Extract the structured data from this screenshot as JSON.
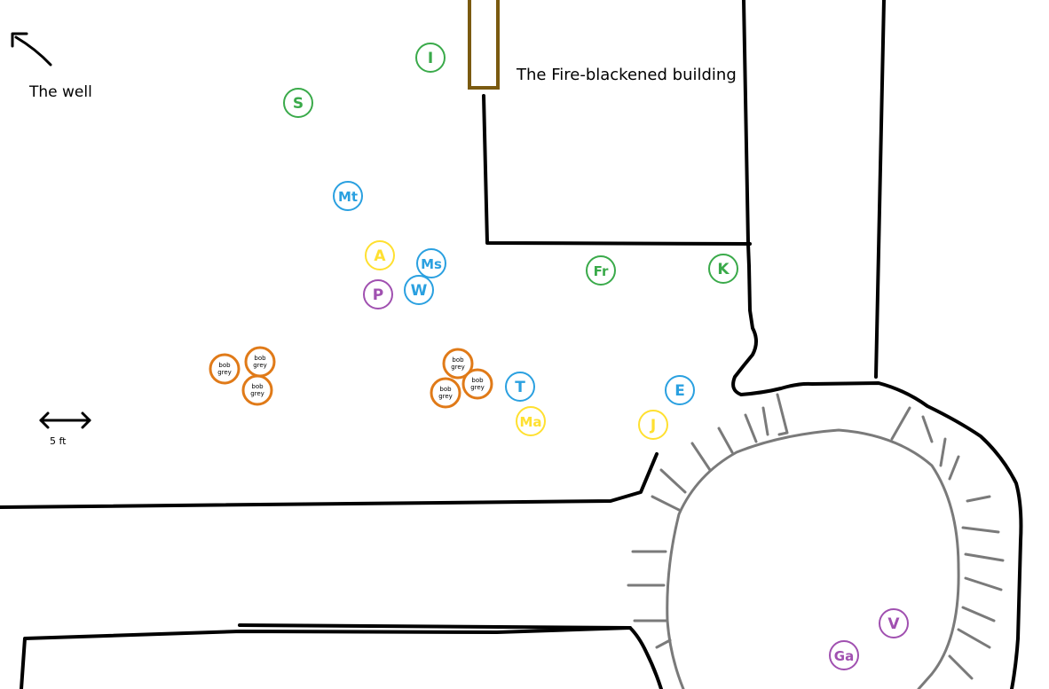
{
  "labels": {
    "well": "The well",
    "building": "The Fire-blackened building",
    "scale": "5 ft"
  },
  "colors": {
    "wall": "#000000",
    "door": "#7a5a10",
    "crater": "#7a7a7a",
    "green": "#3aaa4a",
    "blue": "#2aa0e0",
    "yellow": "#ffe030",
    "purple": "#a050b0",
    "orange": "#e07a18"
  },
  "tokens": [
    {
      "id": "I",
      "label": "I",
      "color": "green"
    },
    {
      "id": "S",
      "label": "S",
      "color": "green"
    },
    {
      "id": "Fr",
      "label": "Fr",
      "color": "green"
    },
    {
      "id": "K",
      "label": "K",
      "color": "green"
    },
    {
      "id": "Mt",
      "label": "Mt",
      "color": "blue"
    },
    {
      "id": "Ms",
      "label": "Ms",
      "color": "blue"
    },
    {
      "id": "W",
      "label": "W",
      "color": "blue"
    },
    {
      "id": "T",
      "label": "T",
      "color": "blue"
    },
    {
      "id": "E",
      "label": "E",
      "color": "blue"
    },
    {
      "id": "A",
      "label": "A",
      "color": "yellow"
    },
    {
      "id": "Ma",
      "label": "Ma",
      "color": "yellow"
    },
    {
      "id": "J",
      "label": "J",
      "color": "yellow"
    },
    {
      "id": "P",
      "label": "P",
      "color": "purple"
    },
    {
      "id": "V",
      "label": "V",
      "color": "purple"
    },
    {
      "id": "Ga",
      "label": "Ga",
      "color": "purple"
    }
  ],
  "enemies": {
    "label_line1": "bob",
    "label_line2": "grey",
    "color": "orange"
  }
}
